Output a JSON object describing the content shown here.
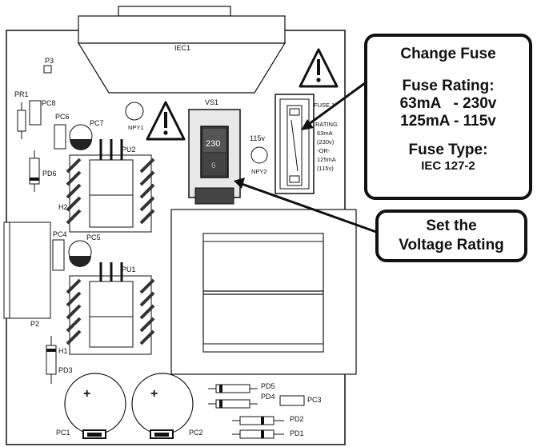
{
  "board": {
    "labels": {
      "iec1": "IEC1",
      "p3": "P3",
      "pr1": "PR1",
      "pc8": "PC8",
      "pc6": "PC6",
      "pc7": "PC7",
      "npy1": "NPY1",
      "vs1": "VS1",
      "fuse1": "FUSE 1",
      "v115": "115v",
      "npy2": "NPY2",
      "pu2": "PU2",
      "pd6": "PD6",
      "h2": "H2",
      "pc4": "PC4",
      "pc5": "PC5",
      "pu1": "PU1",
      "p2": "P2",
      "h1": "H1",
      "pd3": "PD3",
      "pd5": "PD5",
      "pd4": "PD4",
      "pc3": "PC3",
      "pd2": "PD2",
      "pd1": "PD1",
      "pc1": "PC1",
      "pc2": "PC2"
    },
    "switch_230": "230",
    "switch_115": "6",
    "fuse_text": [
      "RATING",
      "63mA",
      "(230v)",
      "-OR-",
      "125mA",
      "(115v)"
    ]
  },
  "callouts": {
    "fuse": {
      "title": "Change Fuse",
      "rating_label": "Fuse Rating:",
      "rating_1": "63mA   - 230v",
      "rating_2": "125mA - 115v",
      "type_label": "Fuse Type:",
      "type_value": "IEC 127-2"
    },
    "voltage": {
      "line1": "Set the",
      "line2": "Voltage Rating"
    }
  },
  "icons": [
    "warning-icon",
    "warning-icon",
    "warning-icon"
  ],
  "colors": {
    "ink": "#111111",
    "switch": "#555555",
    "paper": "#ffffff"
  }
}
